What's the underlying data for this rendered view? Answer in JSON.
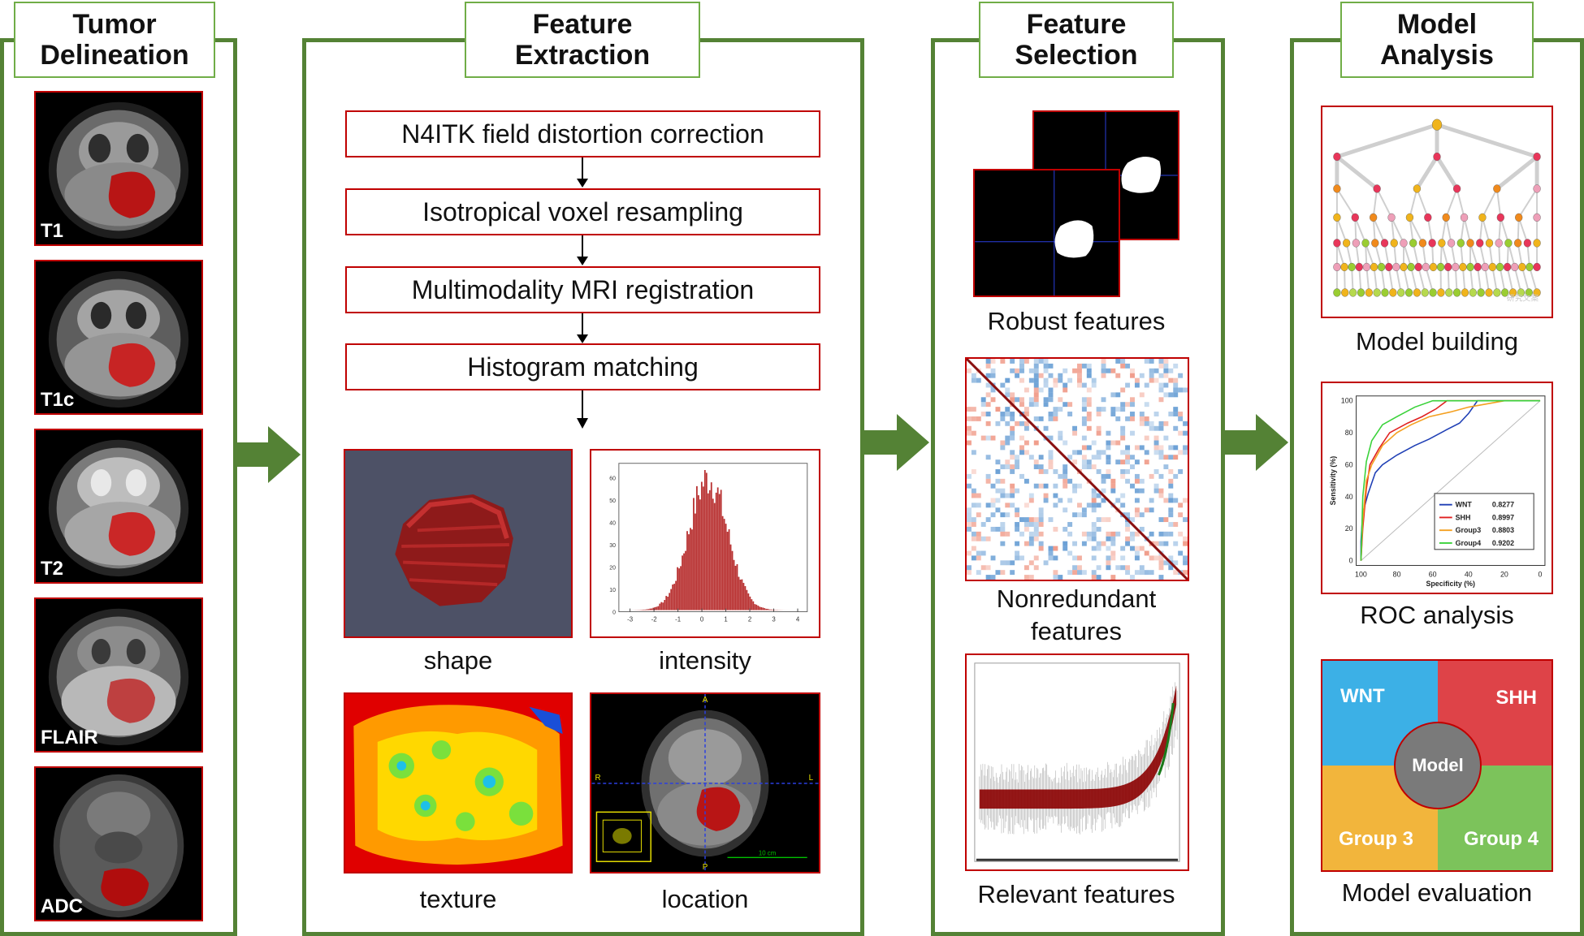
{
  "panels": {
    "tumor_delineation": {
      "title": [
        "Tumor",
        "Delineation"
      ]
    },
    "feature_extraction": {
      "title": [
        "Feature",
        "Extraction"
      ]
    },
    "feature_selection": {
      "title": [
        "Feature",
        "Selection"
      ]
    },
    "model_analysis": {
      "title": [
        "Model",
        "Analysis"
      ]
    }
  },
  "mri_scans": [
    "T1",
    "T1c",
    "T2",
    "FLAIR",
    "ADC"
  ],
  "extraction_steps": [
    "N4ITK field distortion correction",
    "Isotropical voxel resampling",
    "Multimodality  MRI registration",
    "Histogram matching"
  ],
  "extraction_features": [
    "shape",
    "intensity",
    "texture",
    "location"
  ],
  "histogram": {
    "x_ticks": [
      "-3",
      "-2",
      "-1",
      "0",
      "1",
      "2",
      "3",
      "4"
    ],
    "y_ticks": [
      "0",
      "10",
      "20",
      "30",
      "40",
      "50",
      "60"
    ]
  },
  "location_image": {
    "marker_top": "A",
    "marker_bottom": "P",
    "marker_left": "R",
    "marker_right": "L",
    "scale_label": "10 cm"
  },
  "selection_outputs": [
    "Robust features",
    "Nonredundant\nfeatures",
    "Relevant features"
  ],
  "analysis_outputs": [
    "Model building",
    "ROC analysis",
    "Model evaluation"
  ],
  "tree_watermark": "研究文案",
  "roc": {
    "x_label": "Specificity (%)",
    "y_label": "Sensitivity (%)",
    "x_ticks": [
      "100",
      "80",
      "60",
      "40",
      "20",
      "0"
    ],
    "y_ticks": [
      "0",
      "20",
      "40",
      "60",
      "80",
      "100"
    ],
    "legend": [
      {
        "name": "WNT",
        "auc": "0.8277",
        "color": "#1f3fb5"
      },
      {
        "name": "SHH",
        "auc": "0.8997",
        "color": "#e02020"
      },
      {
        "name": "Group3",
        "auc": "0.8803",
        "color": "#f4a020"
      },
      {
        "name": "Group4",
        "auc": "0.9202",
        "color": "#3ad23a"
      }
    ]
  },
  "evaluation": {
    "center": "Model",
    "quadrants": [
      {
        "label": "WNT",
        "color": "#3cb0e6"
      },
      {
        "label": "SHH",
        "color": "#de4348"
      },
      {
        "label": "Group 3",
        "color": "#f2b53c"
      },
      {
        "label": "Group 4",
        "color": "#7cc35b"
      }
    ]
  }
}
